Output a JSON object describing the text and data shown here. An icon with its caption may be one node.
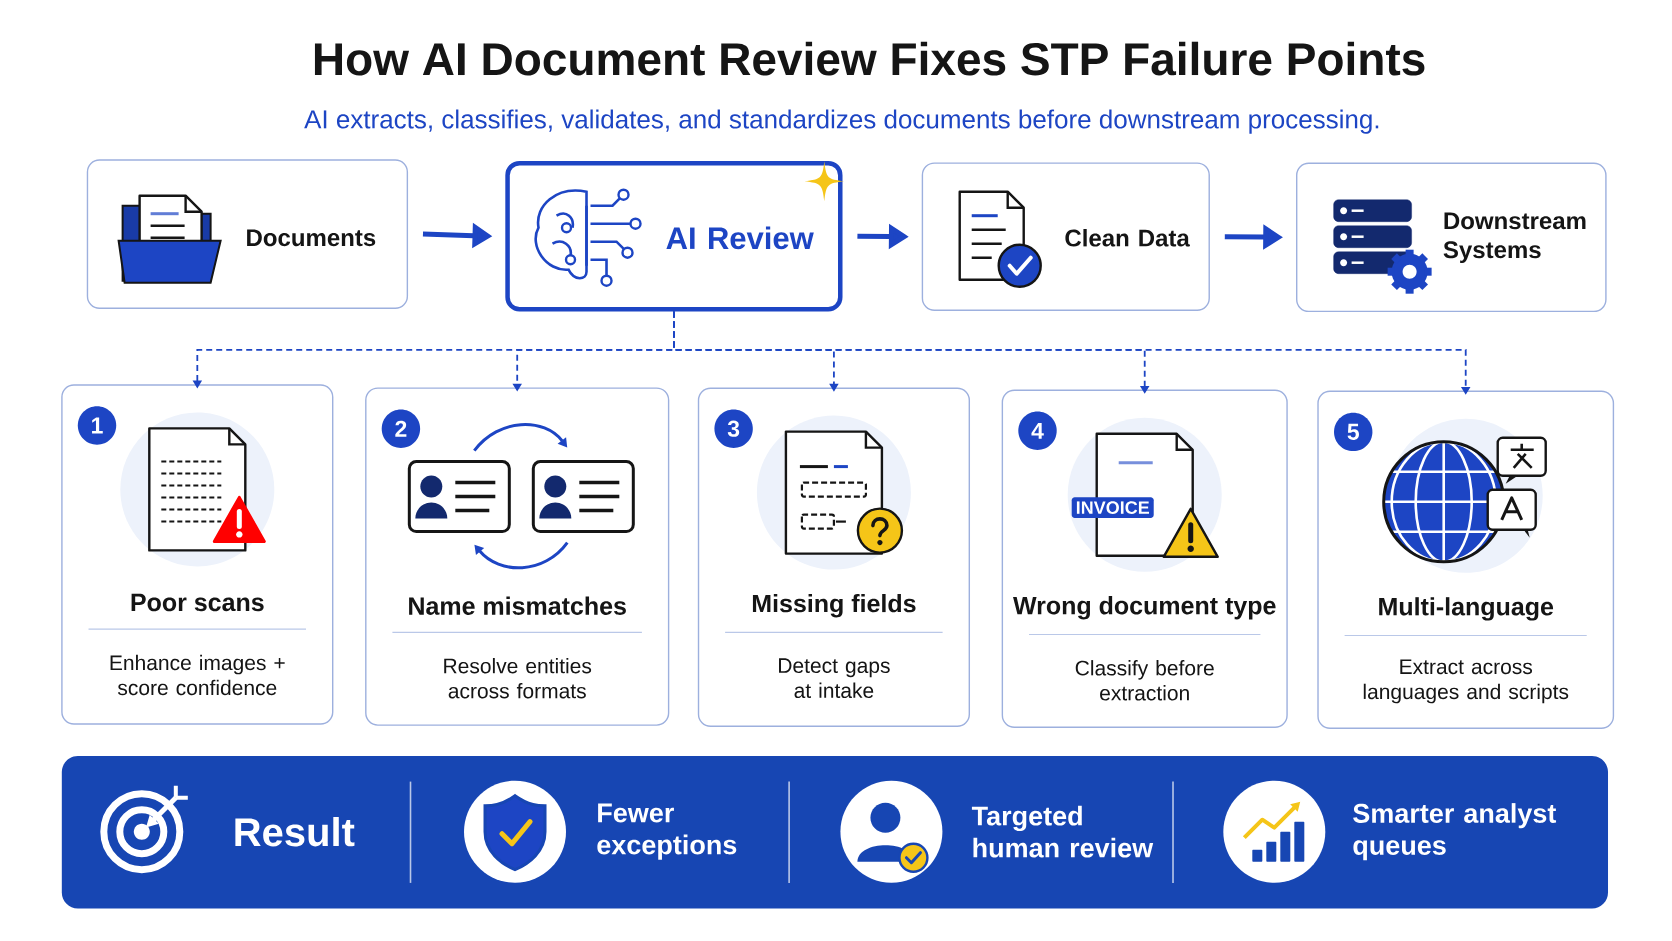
{
  "diagram": {
    "title": "How AI Document Review Fixes STP Failure Points",
    "nodes": [
      {
        "text": [
          "Documents"
        ]
      },
      {
        "text": [
          "AI Review"
        ]
      },
      {
        "text": [
          "Clean Data"
        ]
      },
      {
        "text": [
          "Downstream Systems"
        ]
      },
      {
        "text": [
          "1",
          "Poor scans",
          "Enhance images + score confidence"
        ]
      },
      {
        "text": [
          "2",
          "Name mismatches",
          "Resolve entities across formats"
        ]
      },
      {
        "text": [
          "3",
          "Missing fields",
          "Detect gaps at intake"
        ]
      },
      {
        "text": [
          "4",
          "Wrong document type",
          "Classify before extraction"
        ]
      },
      {
        "text": [
          "5",
          "Multi-language",
          "Extract across languages and scripts"
        ]
      },
      {
        "text": [
          "Result",
          "Fewer exceptions",
          "Targeted human review",
          "Smarter analyst queues"
        ]
      }
    ],
    "edges": [
      {
        "from": 0,
        "to": 1,
        "arrow": "to",
        "style": "thick"
      },
      {
        "from": 1,
        "to": 2,
        "arrow": "to",
        "style": "thick"
      },
      {
        "from": 2,
        "to": 3,
        "arrow": "to",
        "style": "thick"
      },
      {
        "from": 1,
        "to": 4,
        "arrow": "to",
        "style": "dashed"
      },
      {
        "from": 1,
        "to": 5,
        "arrow": "to",
        "style": "dashed"
      },
      {
        "from": 1,
        "to": 6,
        "arrow": "to",
        "style": "dashed"
      },
      {
        "from": 1,
        "to": 7,
        "arrow": "to",
        "style": "dashed"
      },
      {
        "from": 1,
        "to": 8,
        "arrow": "to",
        "style": "dashed"
      }
    ],
    "labels": [
      "AI extracts, classifies, validates, and standardizes documents before downstream processing.",
      "INVOICE"
    ]
  }
}
